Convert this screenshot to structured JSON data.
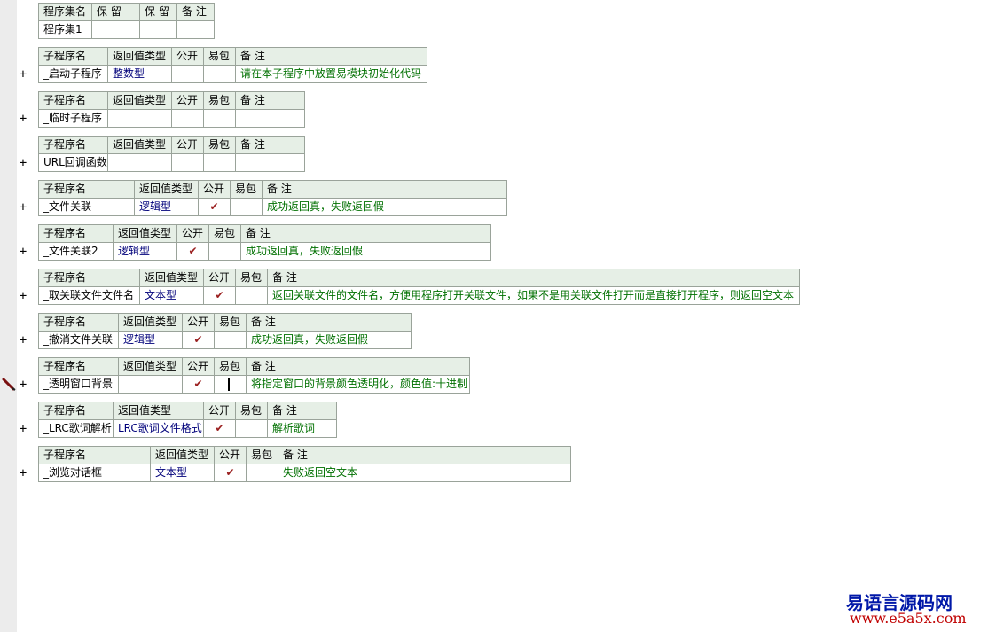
{
  "assembly": {
    "headers": [
      "程序集名",
      "保 留",
      "保 留",
      "备 注"
    ],
    "row": [
      "程序集1",
      "",
      "",
      ""
    ]
  },
  "sub_headers": [
    "子程序名",
    "返回值类型",
    "公开",
    "易包",
    "备 注"
  ],
  "expand_symbol": "+",
  "check_symbol": "✔",
  "subs": [
    {
      "name": "_启动子程序",
      "ret": "整数型",
      "public": "",
      "pkg": "",
      "remark": "请在本子程序中放置易模块初始化代码"
    },
    {
      "name": "_临时子程序",
      "ret": "",
      "public": "",
      "pkg": "",
      "remark": ""
    },
    {
      "name": "URL回调函数",
      "ret": "",
      "public": "",
      "pkg": "",
      "remark": ""
    },
    {
      "name": "_文件关联",
      "ret": "逻辑型",
      "public": "✔",
      "pkg": "",
      "remark": "成功返回真，失败返回假"
    },
    {
      "name": "_文件关联2",
      "ret": "逻辑型",
      "public": "✔",
      "pkg": "",
      "remark": "成功返回真，失败返回假"
    },
    {
      "name": "_取关联文件文件名",
      "ret": "文本型",
      "public": "✔",
      "pkg": "",
      "remark": "返回关联文件的文件名，方便用程序打开关联文件，如果不是用关联文件打开而是直接打开程序，则返回空文本"
    },
    {
      "name": "_撤消文件关联",
      "ret": "逻辑型",
      "public": "✔",
      "pkg": "",
      "remark": "成功返回真，失败返回假"
    },
    {
      "name": "_透明窗口背景",
      "ret": "",
      "public": "✔",
      "pkg": "",
      "remark": "将指定窗口的背景颜色透明化，颜色值:十进制"
    },
    {
      "name": "_LRC歌词解析",
      "ret": "LRC歌词文件格式",
      "public": "✔",
      "pkg": "",
      "remark": "解析歌词"
    },
    {
      "name": "_浏览对话框",
      "ret": "文本型",
      "public": "✔",
      "pkg": "",
      "remark": "失败返回空文本"
    }
  ],
  "watermark": {
    "line1": "易语言源码网",
    "line2": "www.e5a5x.com"
  },
  "colors": {
    "header_bg": "#e6efe6",
    "border": "#9aa39a",
    "type_text": "#00007a",
    "remark_text": "#007000",
    "check": "#9a1f1f"
  }
}
